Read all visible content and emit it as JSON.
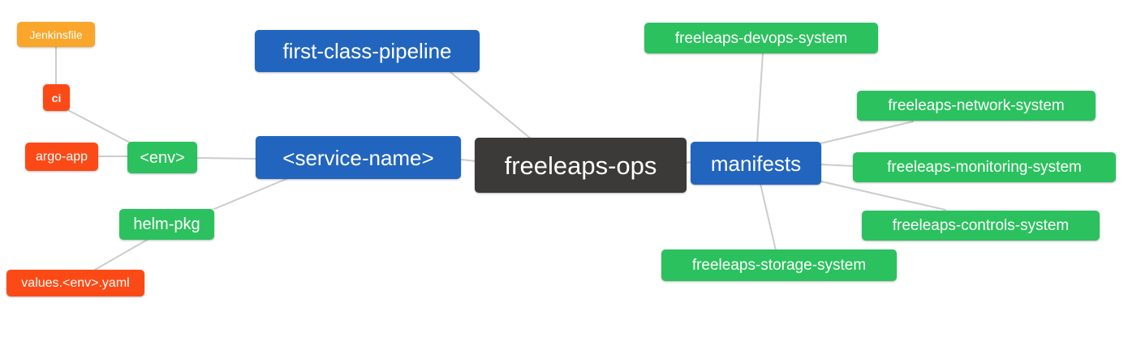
{
  "palette": {
    "blue": "#2265BE",
    "green": "#2BC15E",
    "red": "#FC4A16",
    "orange": "#F9A62B",
    "dark": "#3B3A39",
    "edge": "#CCCCCC"
  },
  "diagram": {
    "type": "mindmap",
    "nodes": [
      {
        "id": "jenkinsfile",
        "label": "Jenkinsfile",
        "color": "orange"
      },
      {
        "id": "ci",
        "label": "ci",
        "color": "red"
      },
      {
        "id": "argo-app",
        "label": "argo-app",
        "color": "red"
      },
      {
        "id": "env",
        "label": "<env>",
        "color": "green"
      },
      {
        "id": "helm-pkg",
        "label": "helm-pkg",
        "color": "green"
      },
      {
        "id": "values-env-yaml",
        "label": "values.<env>.yaml",
        "color": "red"
      },
      {
        "id": "first-class-pipeline",
        "label": "first-class-pipeline",
        "color": "blue"
      },
      {
        "id": "service-name",
        "label": "<service-name>",
        "color": "blue"
      },
      {
        "id": "freeleaps-ops",
        "label": "freeleaps-ops",
        "color": "dark"
      },
      {
        "id": "manifests",
        "label": "manifests",
        "color": "blue"
      },
      {
        "id": "devops-system",
        "label": "freeleaps-devops-system",
        "color": "green"
      },
      {
        "id": "network-system",
        "label": "freeleaps-network-system",
        "color": "green"
      },
      {
        "id": "monitoring-system",
        "label": "freeleaps-monitoring-system",
        "color": "green"
      },
      {
        "id": "controls-system",
        "label": "freeleaps-controls-system",
        "color": "green"
      },
      {
        "id": "storage-system",
        "label": "freeleaps-storage-system",
        "color": "green"
      }
    ],
    "edges": [
      [
        "jenkinsfile",
        "ci"
      ],
      [
        "ci",
        "env"
      ],
      [
        "argo-app",
        "env"
      ],
      [
        "env",
        "service-name"
      ],
      [
        "helm-pkg",
        "service-name"
      ],
      [
        "values-env-yaml",
        "helm-pkg"
      ],
      [
        "first-class-pipeline",
        "freeleaps-ops"
      ],
      [
        "service-name",
        "freeleaps-ops"
      ],
      [
        "freeleaps-ops",
        "manifests"
      ],
      [
        "manifests",
        "devops-system"
      ],
      [
        "manifests",
        "network-system"
      ],
      [
        "manifests",
        "monitoring-system"
      ],
      [
        "manifests",
        "controls-system"
      ],
      [
        "manifests",
        "storage-system"
      ]
    ]
  }
}
